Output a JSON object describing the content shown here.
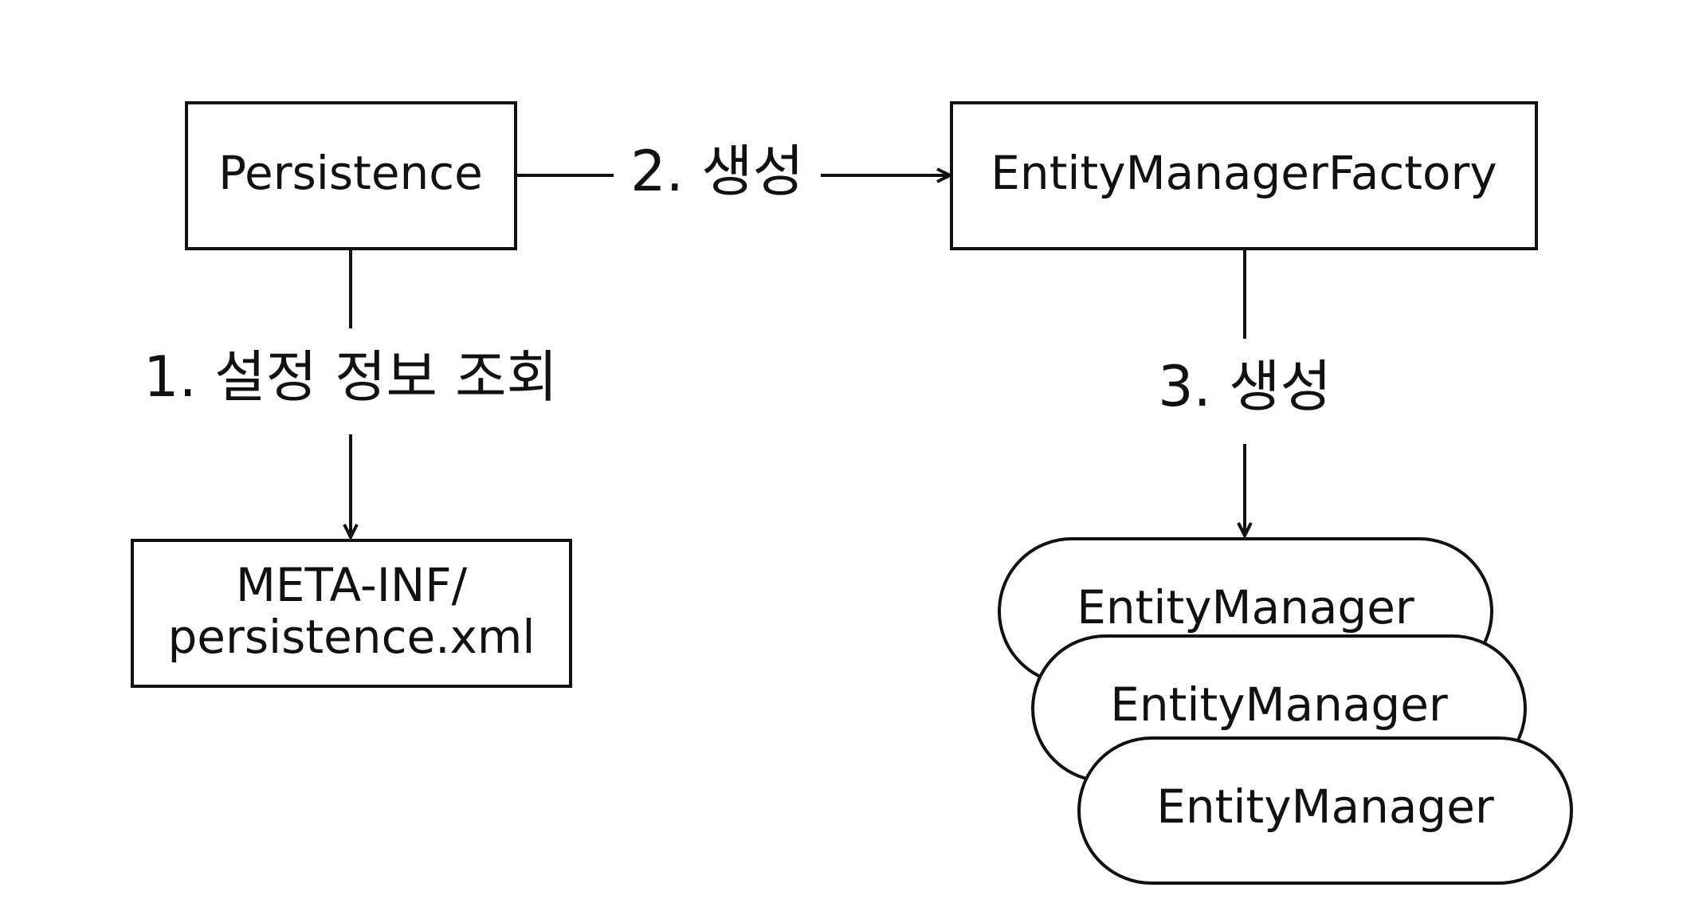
{
  "nodes": {
    "persistence": {
      "label": "Persistence"
    },
    "factory": {
      "label": "EntityManagerFactory"
    },
    "config": {
      "line1": "META-INF/",
      "line2": "persistence.xml"
    },
    "managers": [
      {
        "label": "EntityManager"
      },
      {
        "label": "EntityManager"
      },
      {
        "label": "EntityManager"
      }
    ]
  },
  "edges": {
    "create_factory": {
      "label": "2. 생성"
    },
    "read_config": {
      "label": "1. 설정 정보 조회"
    },
    "create_manager": {
      "label": "3. 생성"
    }
  },
  "colors": {
    "stroke": "#111111",
    "background": "#ffffff"
  }
}
